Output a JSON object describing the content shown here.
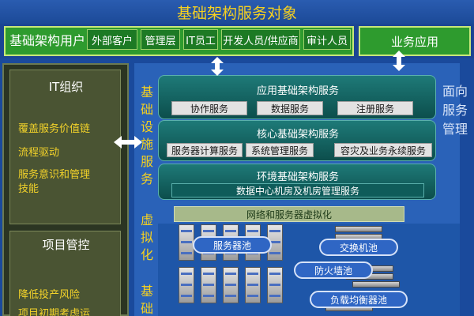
{
  "title": "基础架构服务对象",
  "users": {
    "label": "基础架构用户",
    "chips": [
      "外部客户",
      "管理层",
      "IT员工",
      "开发人员/供应商",
      "审计人员"
    ],
    "business": "业务应用"
  },
  "left": {
    "it_org": {
      "title": "IT组织",
      "items": [
        "覆盖服务价值链",
        "流程驱动",
        "服务意识和管理",
        "技能"
      ]
    },
    "project": {
      "title": "项目管控",
      "items": [
        "降低投产风险",
        "项目初期考虑运"
      ]
    }
  },
  "center": {
    "mgmt_label": "基础设施服务",
    "app_layer": {
      "title": "应用基础架构服务",
      "chips": [
        "协作服务",
        "数据服务",
        "注册服务"
      ]
    },
    "core_layer": {
      "title": "核心基础架构服务",
      "chips": [
        "服务器计算服务",
        "系统管理服务",
        "容灾及业务永续服务"
      ]
    },
    "env_layer": {
      "title": "环境基础架构服务",
      "chips": [
        "数据中心机房及机房管理服务"
      ]
    },
    "virtualization_bar": "网络和服务器虚拟化",
    "virt_label": "虚拟化",
    "infra_label": "基础",
    "pools": [
      "服务器池",
      "交换机池",
      "防火墙池",
      "负载均衡器池"
    ]
  },
  "right": {
    "facing": "面向服务管理"
  },
  "colors": {
    "title_text": "#f5d020",
    "green_box": "#2e9b2e",
    "teal_row": "#1e7a78",
    "olive_panel": "#4a5433",
    "blue_bg": "#1a4a9c"
  }
}
